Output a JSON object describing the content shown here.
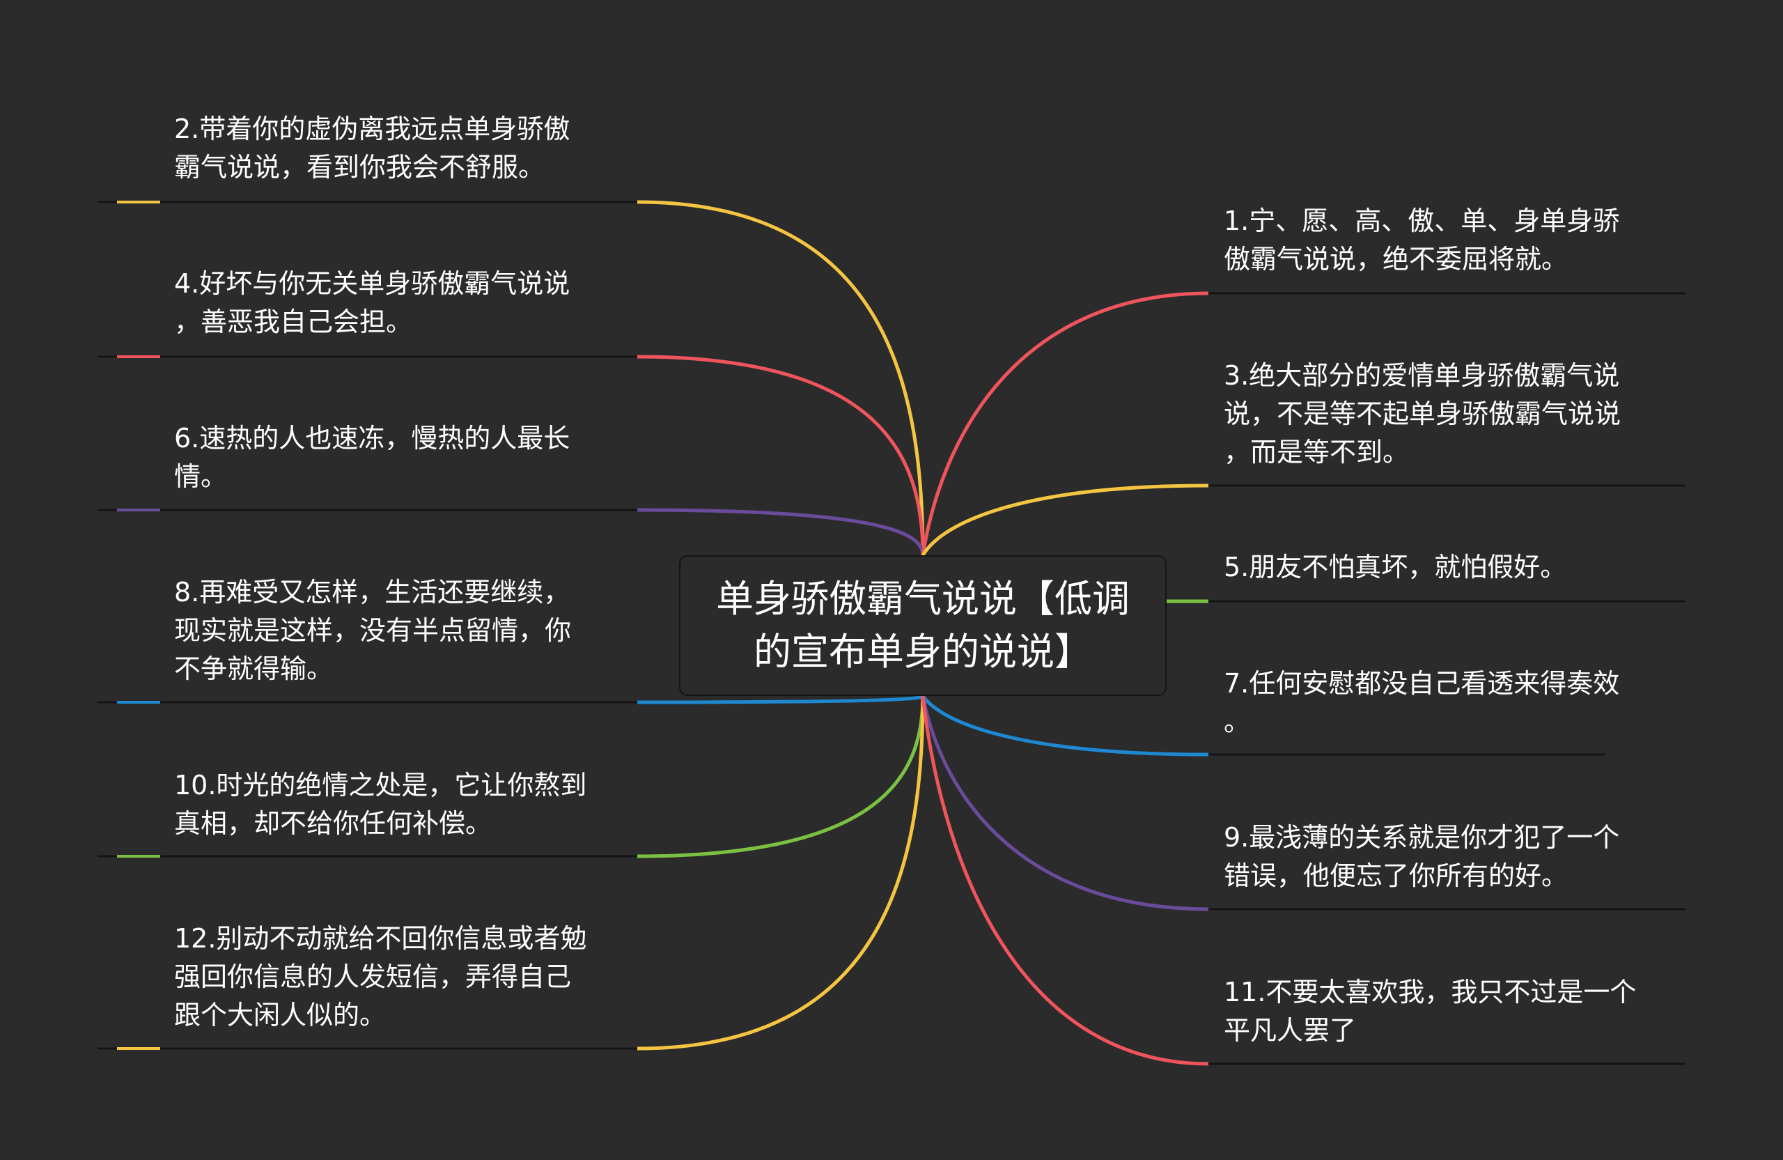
{
  "root": {
    "title": "单身骄傲霸气说说【低调的宣布单身的说说】"
  },
  "left_items": [
    {
      "text": "2.带着你的虚伪离我远点单身骄傲\n霸气说说，看到你我会不舒服。",
      "color": "#f5c542"
    },
    {
      "text": "4.好坏与你无关单身骄傲霸气说说\n，善恶我自己会担。",
      "color": "#f0545c"
    },
    {
      "text": "6.速热的人也速冻，慢热的人最长\n情。",
      "color": "#6a4c9c"
    },
    {
      "text": "8.再难受又怎样，生活还要继续，\n现实就是这样，没有半点留情，你\n不争就得输。",
      "color": "#1e88d0"
    },
    {
      "text": "10.时光的绝情之处是，它让你熬到\n真相，却不给你任何补偿。",
      "color": "#7cc242"
    },
    {
      "text": "12.别动不动就给不回你信息或者勉\n强回你信息的人发短信，弄得自己\n跟个大闲人似的。",
      "color": "#f5c542"
    }
  ],
  "right_items": [
    {
      "text": "1.宁、愿、高、傲、单、身单身骄\n傲霸气说说，绝不委屈将就。",
      "color": "#f0545c"
    },
    {
      "text": "3.绝大部分的爱情单身骄傲霸气说\n说，不是等不起单身骄傲霸气说说\n，而是等不到。",
      "color": "#f5c542"
    },
    {
      "text": "5.朋友不怕真坏，就怕假好。",
      "color": "#7cc242"
    },
    {
      "text": "7.任何安慰都没自己看透来得奏效\n。",
      "color": "#1e88d0"
    },
    {
      "text": "9.最浅薄的关系就是你才犯了一个\n错误，他便忘了你所有的好。",
      "color": "#6a4c9c"
    },
    {
      "text": "11.不要太喜欢我，我只不过是一个\n平凡人罢了",
      "color": "#f0545c"
    }
  ]
}
